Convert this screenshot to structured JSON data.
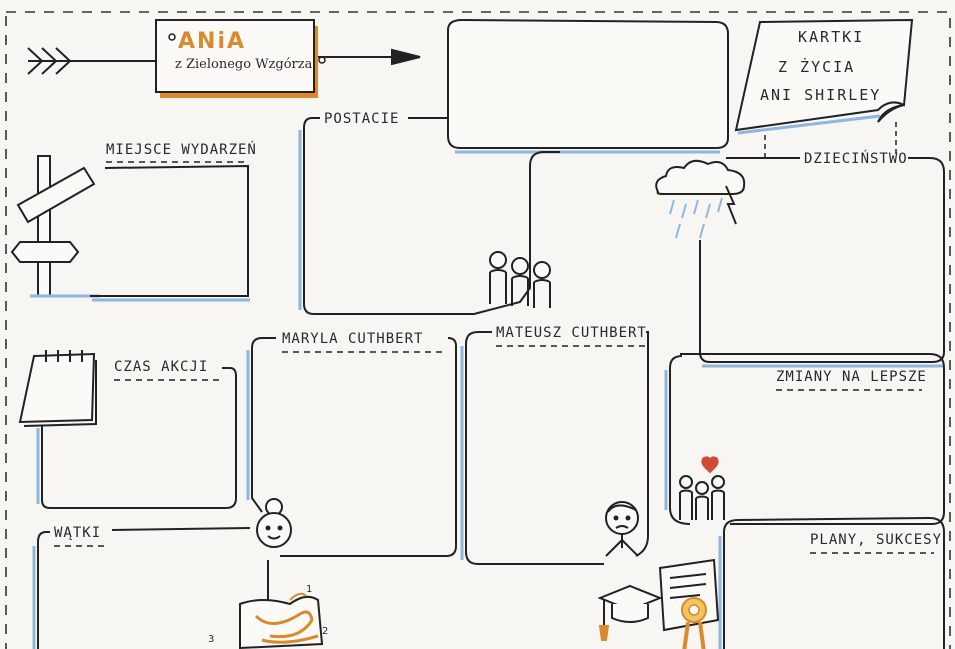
{
  "title": {
    "main": "ANiA",
    "subtitle": "z Zielonego Wzgórza"
  },
  "card": {
    "line1": "KARTKI",
    "line2": "Z ŻYCIA",
    "line3": "ANI SHIRLEY"
  },
  "labels": {
    "miejsce": "MIEJSCE WYDARZEŃ",
    "postacie": "POSTACIE",
    "dziecinstwo": "DZIECIŃSTWO",
    "czas": "CZAS AKCJI",
    "maryla": "MARYLA CUTHBERT",
    "mateusz": "MATEUSZ CUTHBERT",
    "zmiany": "ZMIANY NA LEPSZE",
    "watki": "WĄTKI",
    "plany": "PLANY, SUKCESY"
  },
  "small_marks": {
    "n1": "1",
    "n2": "2",
    "n3": "3"
  },
  "colors": {
    "accent": "#d98a2e",
    "shadow": "#8fb6de",
    "ink": "#222222",
    "heart": "#d04a3a"
  },
  "icons": [
    "arrow-right-icon",
    "signpost-icon",
    "calendar-icon",
    "people-icon",
    "rain-cloud-icon",
    "grandmother-icon",
    "man-icon",
    "family-heart-icon",
    "graduation-cap-icon",
    "medal-icon",
    "bookmark-icon"
  ]
}
